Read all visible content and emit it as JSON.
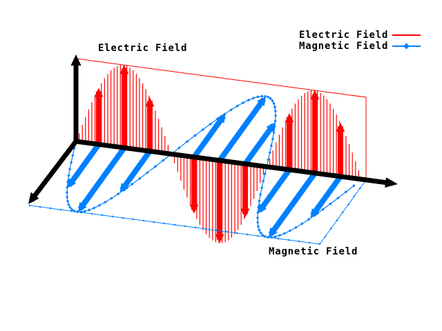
{
  "figure": {
    "background": "#ffffff",
    "kind": "3D electromagnetic wave plot (gnuplot style)"
  },
  "labels": {
    "electric": "Electric Field",
    "magnetic": "Magnetic Field"
  },
  "legend": {
    "position": "top-right",
    "entries": [
      {
        "label": "Electric Field",
        "color": "#ff0000",
        "marker": "none"
      },
      {
        "label": "Magnetic Field",
        "color": "#0080ff",
        "marker": "diamond"
      }
    ]
  },
  "colors": {
    "electric": "#ff0000",
    "magnetic": "#0080ff",
    "axis": "#000000",
    "text": "#000000"
  },
  "chart_data": {
    "type": "line",
    "subtype": "3d-vector-wave",
    "title": "",
    "series": [
      {
        "name": "Electric Field",
        "color": "#ff0000",
        "plane": "vertical (x-y)",
        "waveform": "sine",
        "amplitude": 1,
        "phase": 0,
        "style": "impulses with thick vector arrows"
      },
      {
        "name": "Magnetic Field",
        "color": "#0080ff",
        "plane": "horizontal (x-z)",
        "waveform": "sine",
        "amplitude": 1,
        "phase": 0,
        "style": "dotted curve with diamond markers and thick vector arrows"
      }
    ],
    "half_cycles_shown": 3,
    "samples": 90,
    "vector_arrow_fractions_per_half_cycle": [
      0.239,
      0.507,
      0.775
    ],
    "axes": {
      "ticks": "none",
      "frame": "three black arrows from origin"
    },
    "legend_position": "top-right",
    "grid": false
  }
}
